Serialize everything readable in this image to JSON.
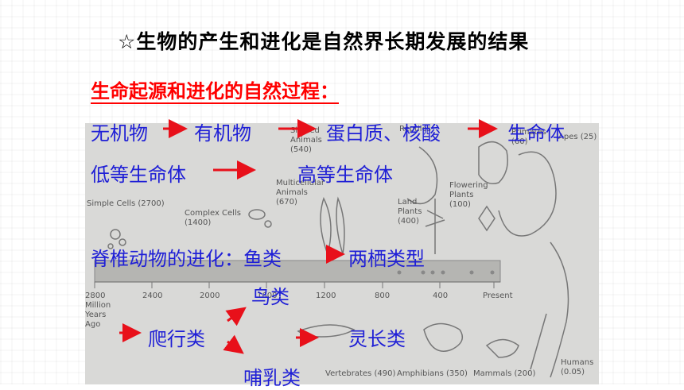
{
  "title": "☆生物的产生和进化是自然界长期发展的结果",
  "subtitle": "生命起源和进化的自然过程：",
  "flow1": [
    "无机物",
    "有机物",
    "蛋白质、核酸",
    "生命体"
  ],
  "flow2": [
    "低等生命体",
    "高等生命体"
  ],
  "vertebrate_intro": "脊椎动物的进化：鱼类",
  "vertebrate_next": "两栖类型",
  "branch": {
    "start": "爬行类",
    "up": "鸟类",
    "down": "哺乳类",
    "end": "灵长类"
  },
  "figure": {
    "timeline_ticks": [
      "2800\nMillion\nYears\nAgo",
      "2400",
      "2000",
      "1600",
      "1200",
      "800",
      "400",
      "Present"
    ],
    "labels": {
      "simple_cells": "Simple Cells (2700)",
      "complex_cells": "Complex Cells\n(1400)",
      "multicellular": "Multicellular\nAnimals\n(670)",
      "shelled": "Shelled\nAnimals\n(540)",
      "land_plants": "Land\nPlants\n(400)",
      "flowering": "Flowering\nPlants\n(100)",
      "reptiles": "Reptiles",
      "primates": "Primates\n(60)",
      "apes": "Apes (25)",
      "vertebrates": "Vertebrates (490)",
      "amphibians": "Amphibians (350)",
      "mammals": "Mammals (200)",
      "humans": "Humans\n(0.05)"
    }
  },
  "colors": {
    "title": "#000000",
    "subtitle": "#ff0000",
    "body_text": "#1f1fd6",
    "arrow": "#e8101a"
  }
}
